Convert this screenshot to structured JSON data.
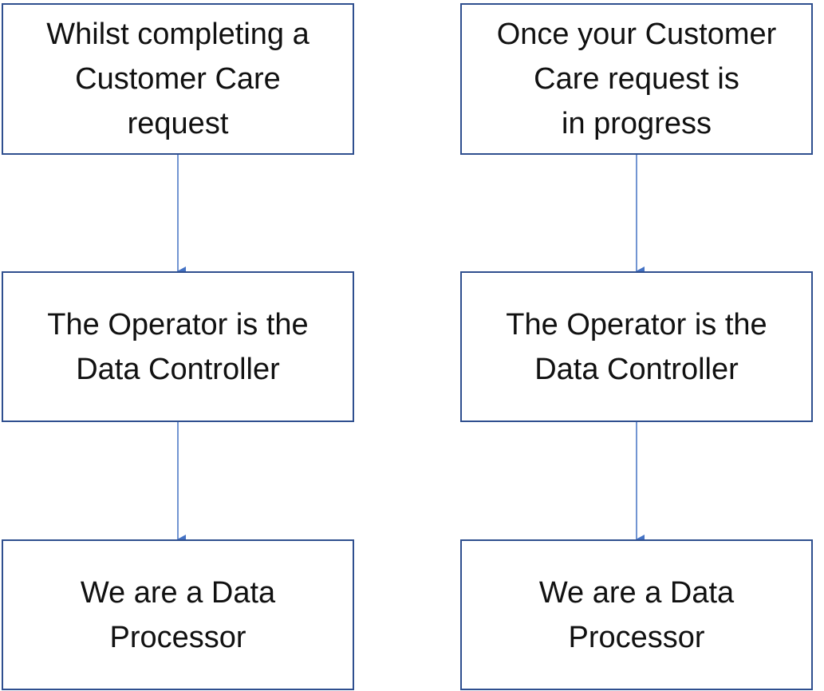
{
  "diagram": {
    "columns": [
      {
        "id": "left",
        "boxes": [
          {
            "text": "Whilst completing a\nCustomer Care\nrequest"
          },
          {
            "text": "The Operator is the\nData Controller"
          },
          {
            "text": "We are a Data\nProcessor"
          }
        ]
      },
      {
        "id": "right",
        "boxes": [
          {
            "text": "Once your Customer\nCare request is\nin progress"
          },
          {
            "text": "The Operator is the\nData Controller"
          },
          {
            "text": "We are a Data\nProcessor"
          }
        ]
      }
    ],
    "colors": {
      "box_border": "#2f4f8f",
      "arrow": "#4472c4",
      "text": "#111111",
      "background": "#ffffff"
    }
  }
}
